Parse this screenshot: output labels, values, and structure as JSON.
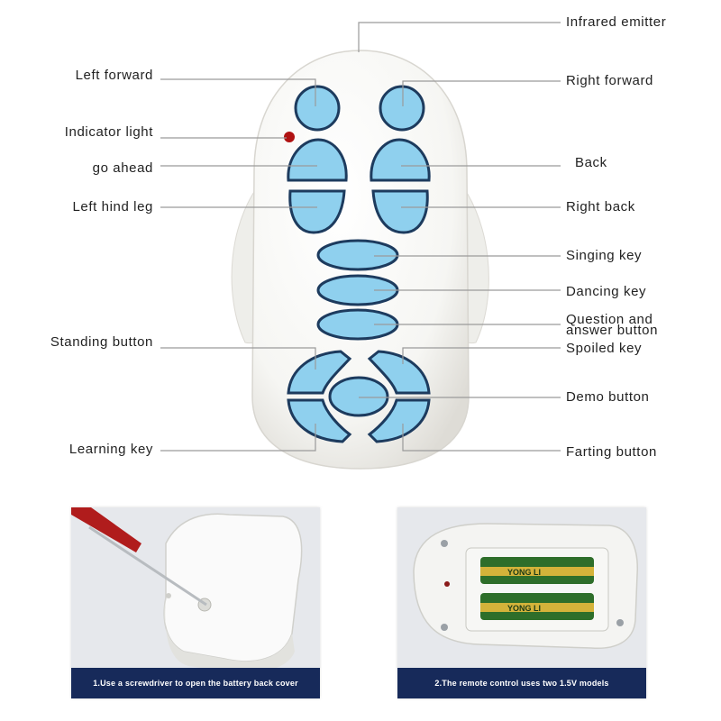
{
  "labels": {
    "infrared_emitter": "Infrared emitter",
    "left_forward": "Left forward",
    "right_forward": "Right forward",
    "indicator_light": "Indicator light",
    "go_ahead": "go ahead",
    "back": "Back",
    "left_hind_leg": "Left hind leg",
    "right_back": "Right back",
    "singing_key": "Singing key",
    "dancing_key": "Dancing key",
    "question_line1": "Question and",
    "question_line2": "answer button",
    "standing_button": "Standing button",
    "spoiled_key": "Spoiled key",
    "demo_button": "Demo button",
    "learning_key": "Learning key",
    "farting_button": "Farting button"
  },
  "photos": [
    {
      "caption": "1.Use a screwdriver to open the battery back cover"
    },
    {
      "caption": "2.The remote control uses two 1.5V models",
      "battery_text": "YONG LI"
    }
  ],
  "colors": {
    "button_fill": "#8fd0ee",
    "button_outline": "#1d3b5e",
    "remote_body": "#f7f7f4",
    "leader_line": "#9a9a9a",
    "indicator": "#b01212",
    "caption_bar": "#172a5a"
  }
}
